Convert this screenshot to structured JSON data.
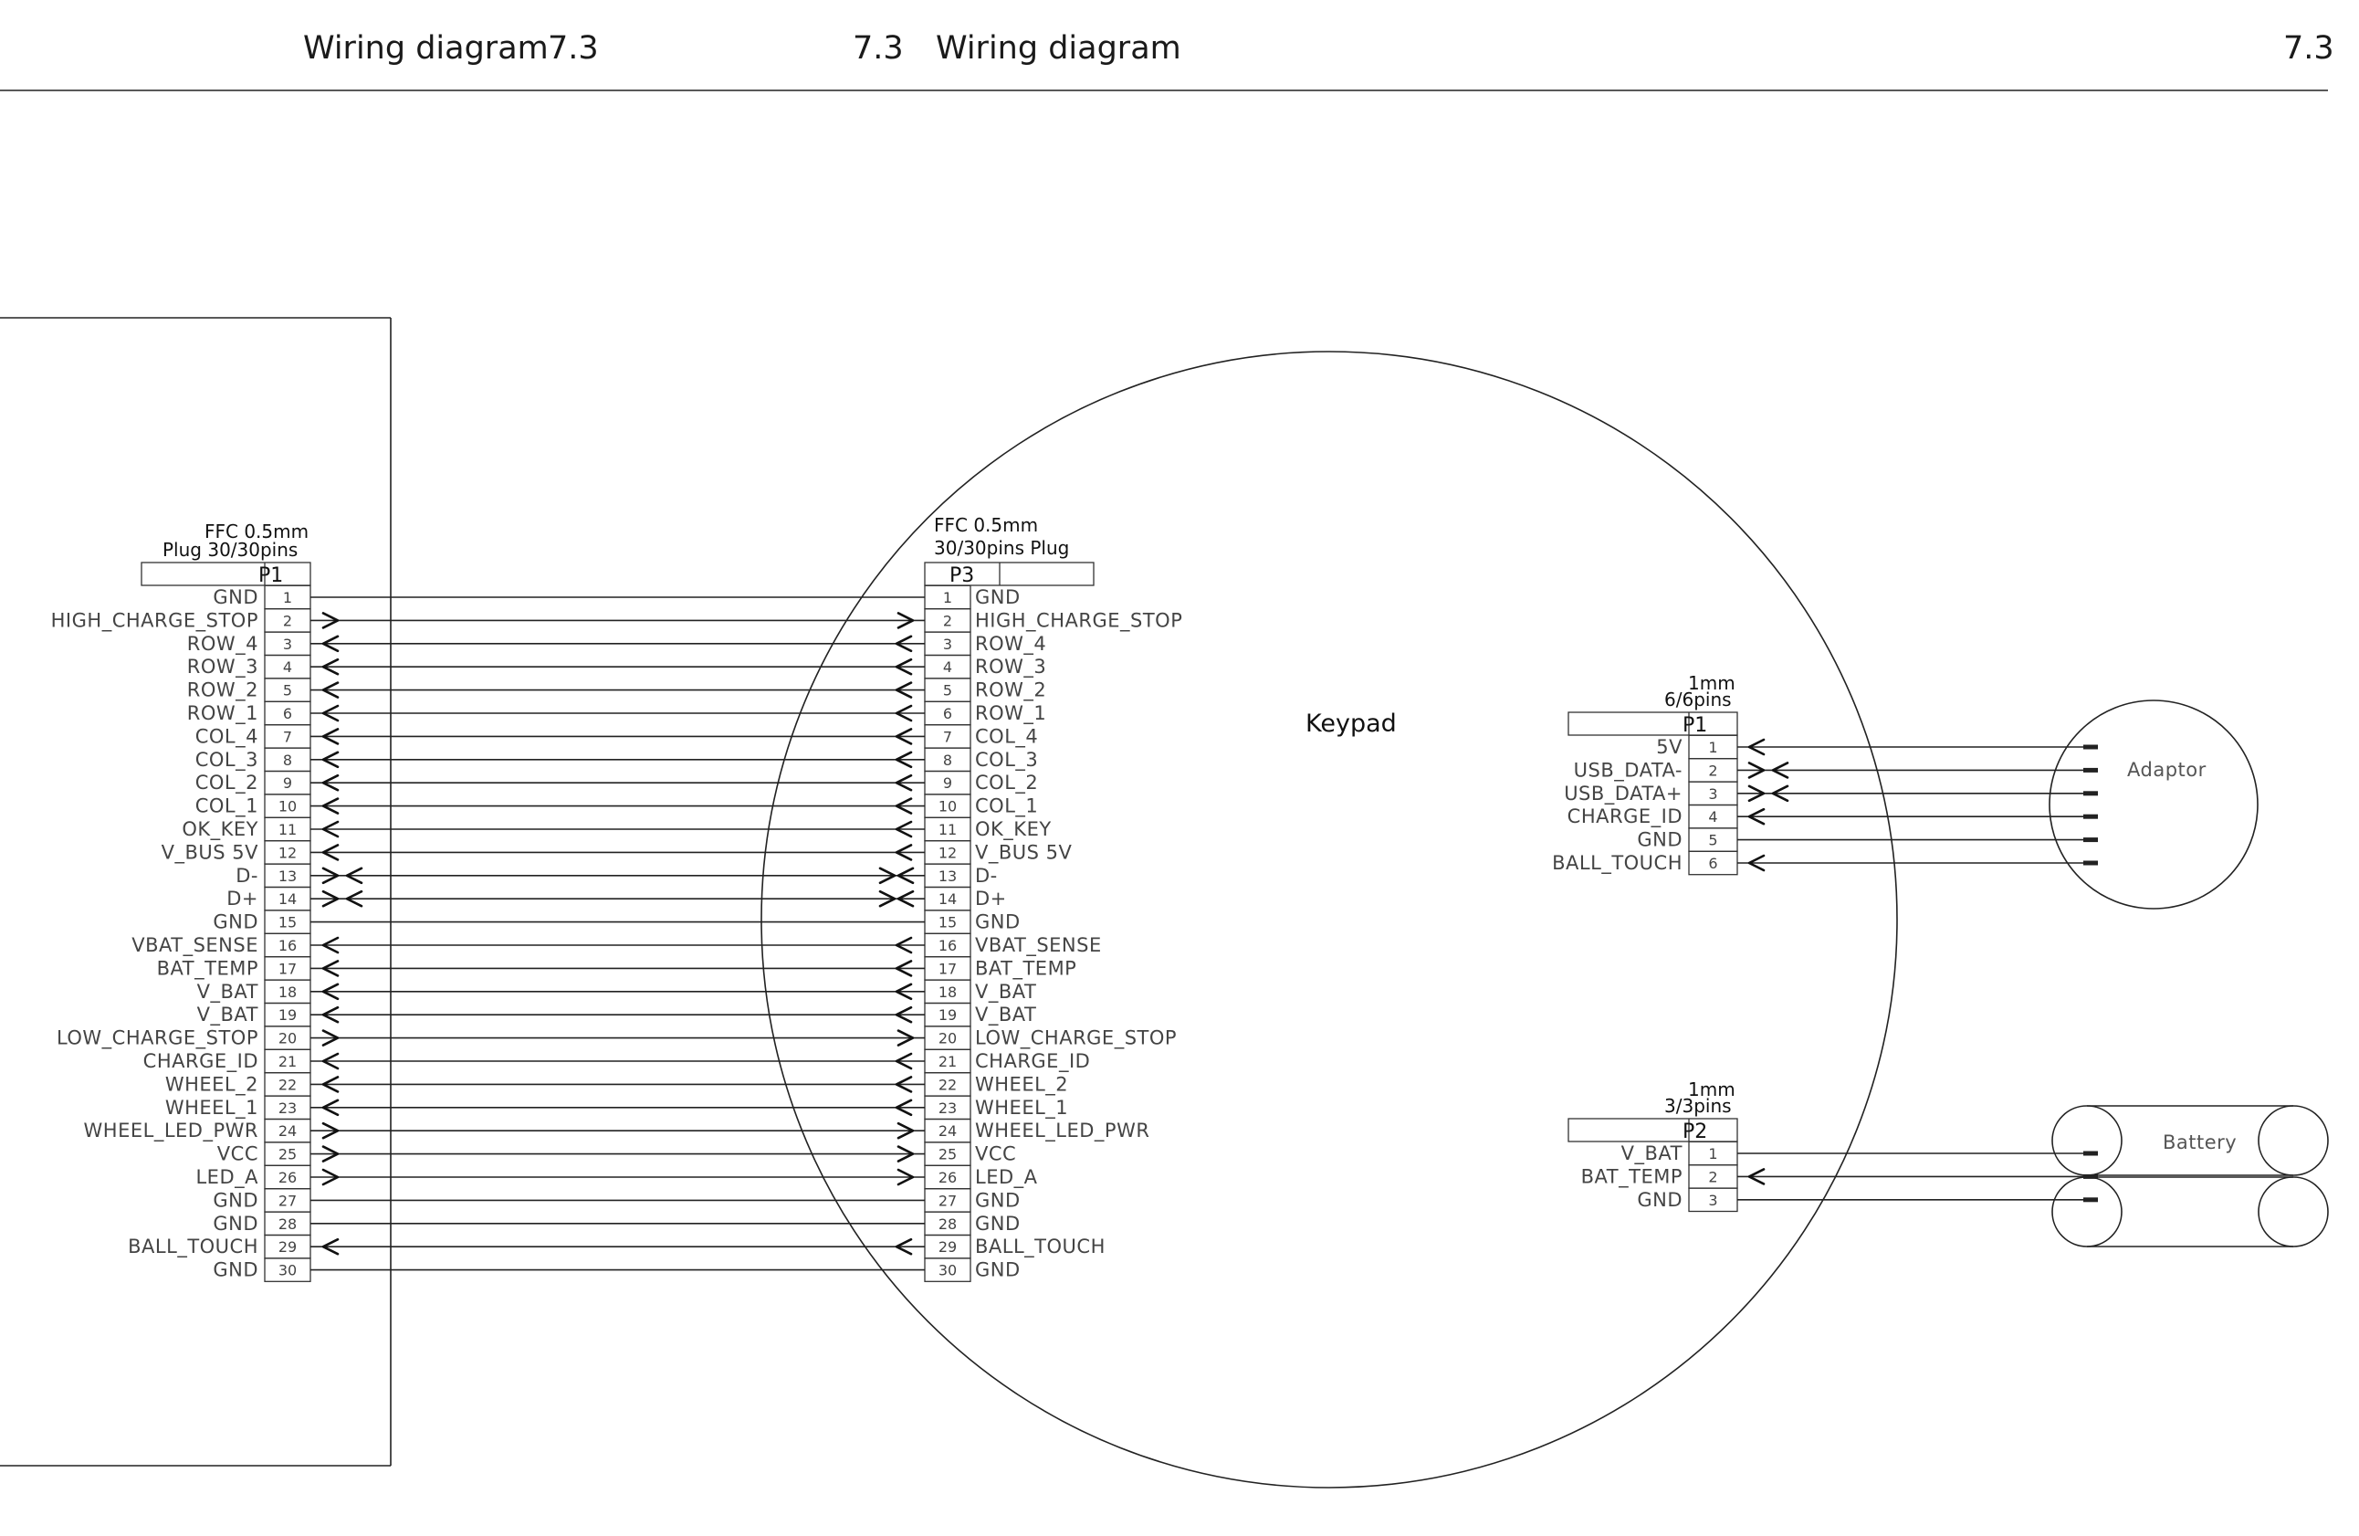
{
  "header": {
    "left_title": "Wiring diagram",
    "left_section": "7.3",
    "right_section_a": "7.3",
    "right_title": "Wiring diagram",
    "right_section_b": "7.3"
  },
  "main_p1": {
    "cap1": "FFC 0.5mm",
    "cap2": "Plug  30/30pins",
    "name": "P1"
  },
  "keypad": {
    "label": "Keypad",
    "p3": {
      "cap1": "FFC 0.5mm",
      "cap2": "30/30pins   Plug",
      "name": "P3"
    },
    "p1": {
      "cap1": "1mm",
      "cap2": "6/6pins",
      "name": "P1"
    },
    "p2": {
      "cap1": "1mm",
      "cap2": "3/3pins",
      "name": "P2"
    }
  },
  "adaptor": {
    "label": "Adaptor"
  },
  "battery": {
    "label": "Battery"
  },
  "ffc_pins": [
    {
      "num": "1",
      "left": "GND",
      "right": "GND",
      "dir": "none"
    },
    {
      "num": "2",
      "left": "HIGH_CHARGE_STOP",
      "right": "HIGH_CHARGE_STOP",
      "dir": "out"
    },
    {
      "num": "3",
      "left": "ROW_4",
      "right": "ROW_4",
      "dir": "in"
    },
    {
      "num": "4",
      "left": "ROW_3",
      "right": "ROW_3",
      "dir": "in"
    },
    {
      "num": "5",
      "left": "ROW_2",
      "right": "ROW_2",
      "dir": "in"
    },
    {
      "num": "6",
      "left": "ROW_1",
      "right": "ROW_1",
      "dir": "in"
    },
    {
      "num": "7",
      "left": "COL_4",
      "right": "COL_4",
      "dir": "in"
    },
    {
      "num": "8",
      "left": "COL_3",
      "right": "COL_3",
      "dir": "in"
    },
    {
      "num": "9",
      "left": "COL_2",
      "right": "COL_2",
      "dir": "in"
    },
    {
      "num": "10",
      "left": "COL_1",
      "right": "COL_1",
      "dir": "in"
    },
    {
      "num": "11",
      "left": "OK_KEY",
      "right": "OK_KEY",
      "dir": "in"
    },
    {
      "num": "12",
      "left": "V_BUS 5V",
      "right": "V_BUS 5V",
      "dir": "in"
    },
    {
      "num": "13",
      "left": "D-",
      "right": "D-",
      "dir": "bi"
    },
    {
      "num": "14",
      "left": "D+",
      "right": "D+",
      "dir": "bi"
    },
    {
      "num": "15",
      "left": "GND",
      "right": "GND",
      "dir": "none"
    },
    {
      "num": "16",
      "left": "VBAT_SENSE",
      "right": "VBAT_SENSE",
      "dir": "in"
    },
    {
      "num": "17",
      "left": "BAT_TEMP",
      "right": "BAT_TEMP",
      "dir": "in"
    },
    {
      "num": "18",
      "left": "V_BAT",
      "right": "V_BAT",
      "dir": "in"
    },
    {
      "num": "19",
      "left": "V_BAT",
      "right": "V_BAT",
      "dir": "in"
    },
    {
      "num": "20",
      "left": "LOW_CHARGE_STOP",
      "right": "LOW_CHARGE_STOP",
      "dir": "out"
    },
    {
      "num": "21",
      "left": "CHARGE_ID",
      "right": "CHARGE_ID",
      "dir": "in"
    },
    {
      "num": "22",
      "left": "WHEEL_2",
      "right": "WHEEL_2",
      "dir": "in"
    },
    {
      "num": "23",
      "left": "WHEEL_1",
      "right": "WHEEL_1",
      "dir": "in"
    },
    {
      "num": "24",
      "left": "WHEEL_LED_PWR",
      "right": "WHEEL_LED_PWR",
      "dir": "out"
    },
    {
      "num": "25",
      "left": "VCC",
      "right": "VCC",
      "dir": "out"
    },
    {
      "num": "26",
      "left": "LED_A",
      "right": "LED_A",
      "dir": "out"
    },
    {
      "num": "27",
      "left": "GND",
      "right": "GND",
      "dir": "none"
    },
    {
      "num": "28",
      "left": "GND",
      "right": "GND",
      "dir": "none"
    },
    {
      "num": "29",
      "left": "BALL_TOUCH",
      "right": "BALL_TOUCH",
      "dir": "in"
    },
    {
      "num": "30",
      "left": "GND",
      "right": "GND",
      "dir": "none"
    }
  ],
  "adaptor_pins": [
    {
      "num": "1",
      "label": "5V",
      "dir": "in"
    },
    {
      "num": "2",
      "label": "USB_DATA-",
      "dir": "bi"
    },
    {
      "num": "3",
      "label": "USB_DATA+",
      "dir": "bi"
    },
    {
      "num": "4",
      "label": "CHARGE_ID",
      "dir": "in"
    },
    {
      "num": "5",
      "label": "GND",
      "dir": "none"
    },
    {
      "num": "6",
      "label": "BALL_TOUCH",
      "dir": "in"
    }
  ],
  "battery_pins": [
    {
      "num": "1",
      "label": "V_BAT",
      "dir": "none"
    },
    {
      "num": "2",
      "label": "BAT_TEMP",
      "dir": "in"
    },
    {
      "num": "3",
      "label": "GND",
      "dir": "none"
    }
  ]
}
